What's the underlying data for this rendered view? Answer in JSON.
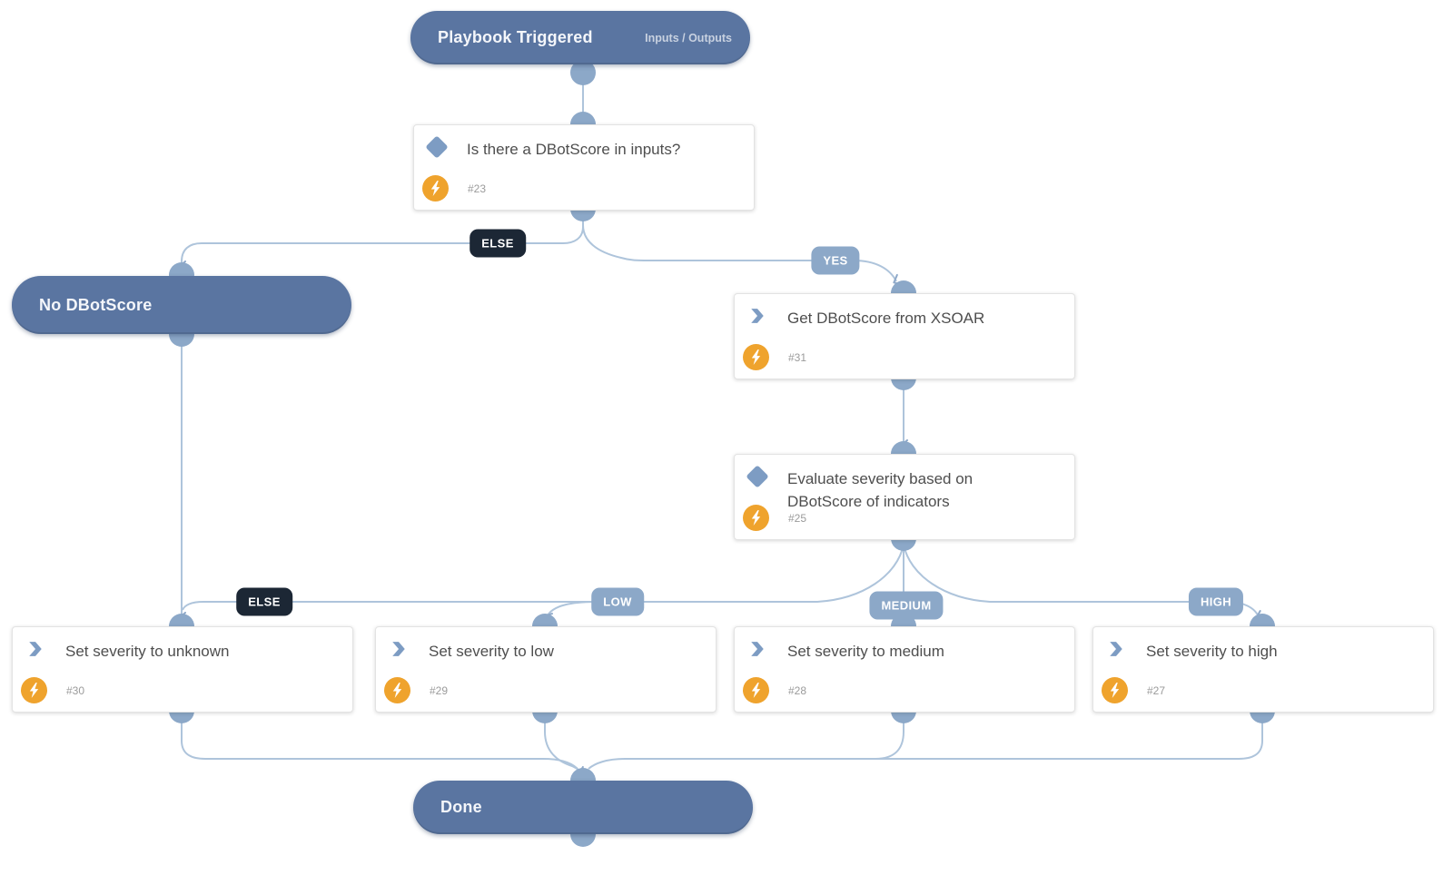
{
  "palette": {
    "node_blue": "#5A75A1",
    "dot_blue": "#8CA8C8",
    "line_blue": "#AEC4DB",
    "badge_dark": "#1C2735",
    "badge_light": "#8CA8C8",
    "icon_blue": "#7D9CC3",
    "automation_orange": "#EFA32D",
    "title_gray": "#4E4E4E",
    "id_gray": "#9B9B9B"
  },
  "flow": {
    "trigger": {
      "label": "Playbook Triggered",
      "link": "Inputs / Outputs"
    },
    "tasks": [
      {
        "key": "condition-dbotscore",
        "type": "condition",
        "title": "Is there a DBotScore in inputs?",
        "id": "#23"
      },
      {
        "key": "get-dbotscore",
        "type": "automation",
        "title": "Get DBotScore from XSOAR",
        "id": "#31"
      },
      {
        "key": "evaluate-severity",
        "type": "condition",
        "title": "Evaluate severity based on DBotScore of indicators",
        "id": "#25"
      },
      {
        "key": "set-unknown",
        "type": "automation",
        "title": "Set severity to unknown",
        "id": "#30"
      },
      {
        "key": "set-low",
        "type": "automation",
        "title": "Set severity to low",
        "id": "#29"
      },
      {
        "key": "set-medium",
        "type": "automation",
        "title": "Set severity to medium",
        "id": "#28"
      },
      {
        "key": "set-high",
        "type": "automation",
        "title": "Set severity to high",
        "id": "#27"
      }
    ],
    "terminals": [
      {
        "label": "No DBotScore"
      },
      {
        "label": "Done"
      }
    ],
    "branch_labels": {
      "else_top": "ELSE",
      "yes": "YES",
      "else_bottom": "ELSE",
      "low": "LOW",
      "medium": "MEDIUM",
      "high": "HIGH"
    }
  }
}
